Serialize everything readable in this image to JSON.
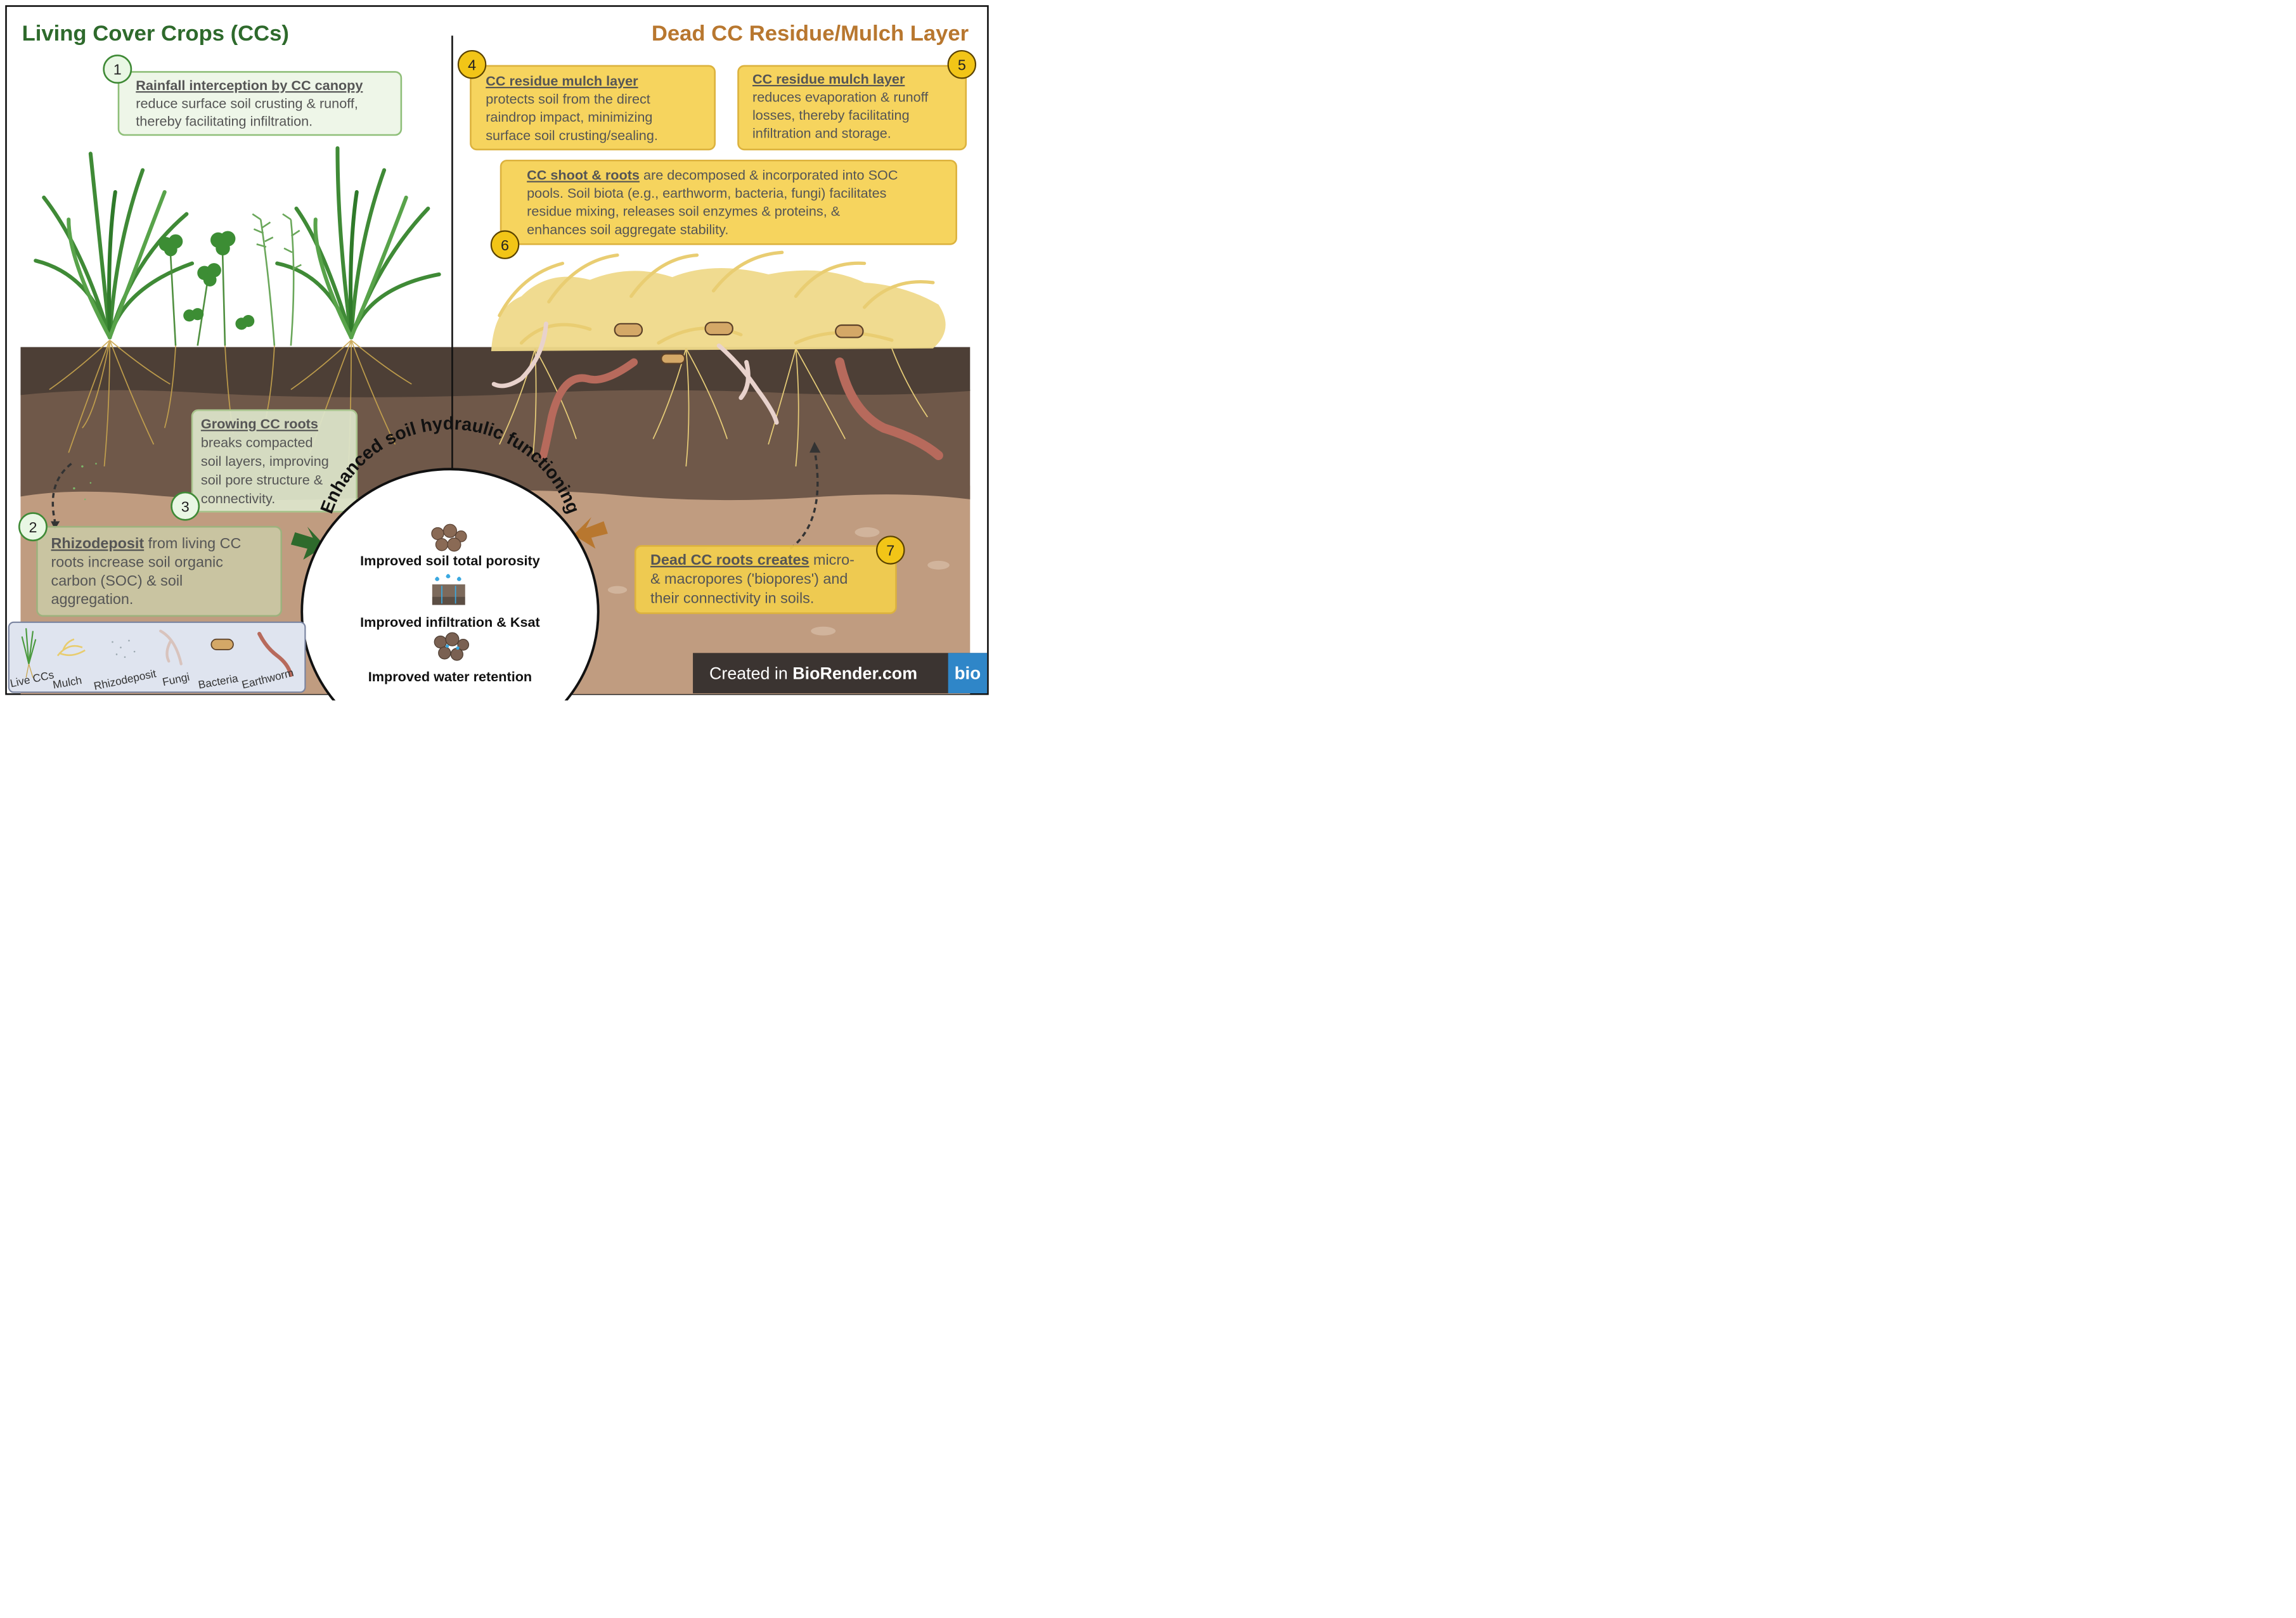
{
  "left_title": "Living Cover Crops (CCs)",
  "right_title": "Dead CC Residue/Mulch Layer",
  "colors": {
    "dark_green": "#2e6a2c",
    "mulch_brown": "#b8772f",
    "green_box_fill": "#eef6e8",
    "green_box_stroke": "#8fbf79",
    "yellow_box_fill": "#f6d45e",
    "yellow_box_stroke": "#dcb23e",
    "badge_yellow": "#f2c517",
    "soil_top": "#4d3f36",
    "soil_mid": "#6f5849",
    "soil_bottom": "#c09c80"
  },
  "callouts": [
    {
      "num": "1",
      "title": "Rainfall interception by CC canopy",
      "rest": "",
      "lines": [
        "reduce surface soil crusting & runoff,",
        "thereby facilitating infiltration."
      ]
    },
    {
      "num": "2",
      "title": "Rhizodeposit",
      "rest": " from living CC",
      "lines": [
        "roots increase soil organic",
        "carbon (SOC) & soil",
        "aggregation."
      ]
    },
    {
      "num": "3",
      "title": "Growing CC roots",
      "rest": "",
      "lines": [
        "breaks compacted",
        "soil layers, improving",
        "soil pore structure &",
        "connectivity."
      ]
    },
    {
      "num": "4",
      "title": "CC residue mulch layer",
      "rest": "",
      "lines": [
        "protects soil from the direct",
        "raindrop impact, minimizing",
        "surface soil crusting/sealing."
      ]
    },
    {
      "num": "5",
      "title": "CC residue mulch layer",
      "rest": "",
      "lines": [
        "reduces evaporation & runoff",
        "losses, thereby facilitating",
        "infiltration and storage."
      ]
    },
    {
      "num": "6",
      "title": "CC shoot & roots",
      "rest": " are decomposed & incorporated into SOC",
      "lines": [
        "pools. Soil biota (e.g., earthworm, bacteria, fungi) facilitates",
        "residue mixing, releases soil enzymes & proteins, &",
        "enhances soil aggregate stability."
      ]
    },
    {
      "num": "7",
      "title": "Dead CC roots creates",
      "rest": " micro-",
      "lines": [
        "& macropores ('biopores') and",
        "their connectivity in soils."
      ]
    }
  ],
  "center": {
    "arc_title": "Enhanced soil hydraulic functioning",
    "items": [
      "Improved soil total porosity",
      "Improved infiltration & Ksat",
      "Improved water retention"
    ]
  },
  "legend": [
    "Live CCs",
    "Mulch",
    "Rhizodeposit",
    "Fungi",
    "Bacteria",
    "Earthworm"
  ],
  "watermark": {
    "prefix": "Created in ",
    "brand": "BioRender.com",
    "badge": "bio"
  }
}
